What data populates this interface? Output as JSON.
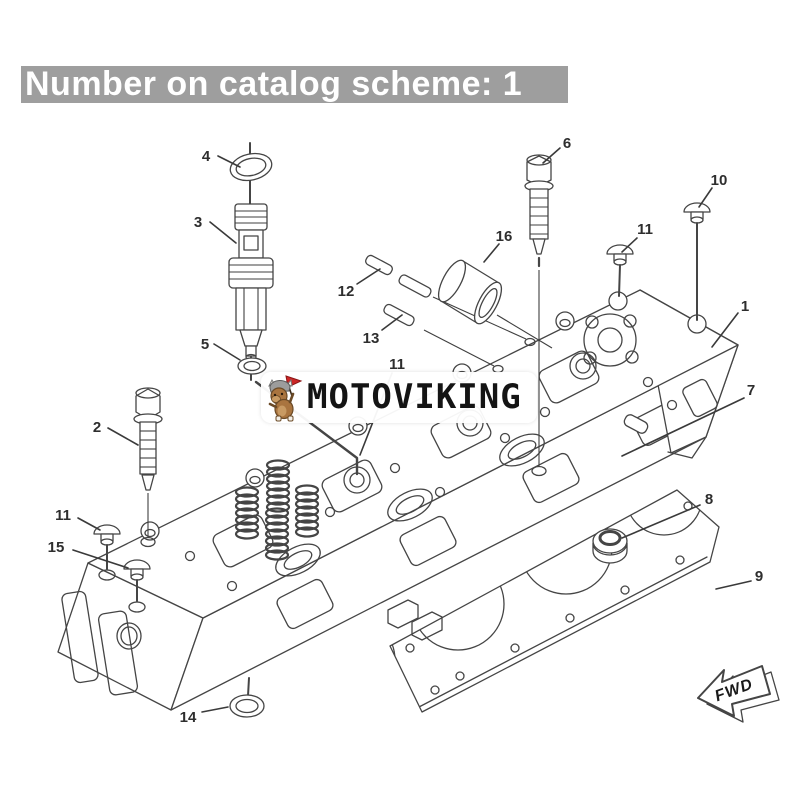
{
  "title": "Number on catalog scheme: 1",
  "watermark": {
    "brand": "MOTOVIKING"
  },
  "direction_arrow": {
    "label": "FWD"
  },
  "colors": {
    "title_bar_bg": "#9e9e9e",
    "title_text": "#ffffff",
    "line_art": "#454545",
    "mascot_flag_red": "#cc2626"
  },
  "diagram": {
    "type": "exploded-parts-line-drawing",
    "callouts": [
      "4",
      "3",
      "5",
      "2",
      "11",
      "15",
      "14",
      "6",
      "16",
      "12",
      "13",
      "11",
      "10",
      "11",
      "1",
      "7",
      "8",
      "9"
    ]
  }
}
